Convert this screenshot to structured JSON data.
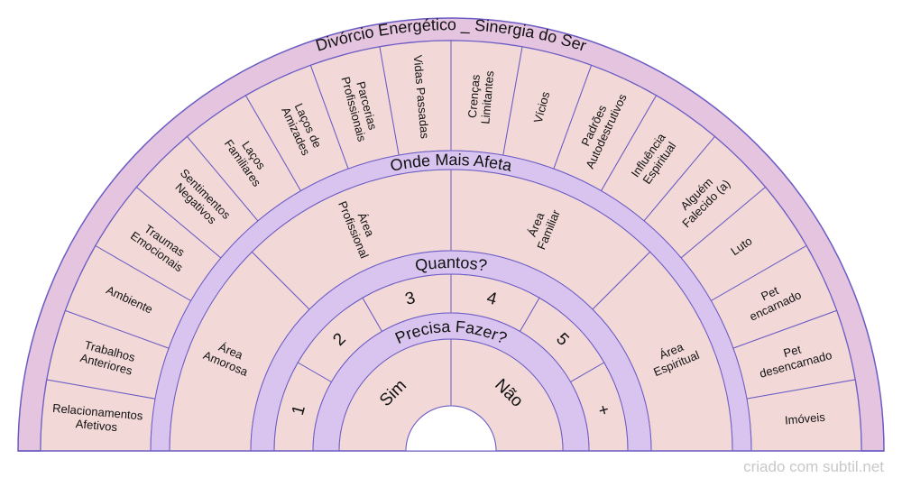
{
  "title": "Divórcio Energético _ Sinergia do Ser",
  "credit": "criado com subtil.net",
  "colors": {
    "segment": "#f2d9d8",
    "band": "#d9c4ef",
    "title_band": "#e5c4e0",
    "stroke": "#6b5cc4"
  },
  "rings": [
    {
      "id": "outer",
      "items": [
        [
          "Relacionamentos",
          "Afetivos"
        ],
        [
          "Trabalhos",
          "Anteriores"
        ],
        [
          "Ambiente"
        ],
        [
          "Traumas",
          "Emocionais"
        ],
        [
          "Sentimentos",
          "Negativos"
        ],
        [
          "Laços",
          "Familiares"
        ],
        [
          "Laços de",
          "Amizades"
        ],
        [
          "Parcerias",
          "Profissionais"
        ],
        [
          "Vidas Passadas"
        ],
        [
          "Crenças",
          "Limitantes"
        ],
        [
          "Vícios"
        ],
        [
          "Padrões",
          "Autodestrutivos"
        ],
        [
          "Influência",
          "Espiritual"
        ],
        [
          "Alguém",
          "Falecido (a)"
        ],
        [
          "Luto"
        ],
        [
          "Pet",
          "encarnado"
        ],
        [
          "Pet",
          "desencarnado"
        ],
        [
          "Imóveis"
        ]
      ]
    },
    {
      "id": "areas",
      "band_label": "Onde Mais Afeta",
      "items": [
        [
          "Área",
          "Amorosa"
        ],
        [
          "Área",
          "Profissional"
        ],
        [
          "Área",
          "Familiar"
        ],
        [
          "Área",
          "Espiritual"
        ]
      ]
    },
    {
      "id": "quantos",
      "band_label": "Quantos?",
      "items": [
        [
          "1"
        ],
        [
          "2"
        ],
        [
          "3"
        ],
        [
          "4"
        ],
        [
          "5"
        ],
        [
          "+"
        ]
      ]
    },
    {
      "id": "precisa",
      "band_label": "Precisa Fazer?",
      "items": [
        [
          "Sim"
        ],
        [
          "Não"
        ]
      ]
    }
  ]
}
